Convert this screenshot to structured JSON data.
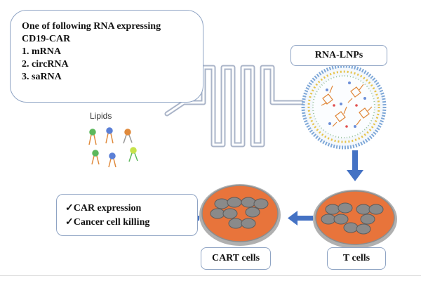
{
  "callout": {
    "lines": [
      "One of following RNA expressing",
      "CD19-CAR",
      "1. mRNA",
      "2. circRNA",
      "3. saRNA"
    ]
  },
  "lipids_label": "Lipids",
  "lnp_label": "RNA-LNPs",
  "results": [
    "✓CAR expression",
    "✓Cancer cell killing"
  ],
  "cart_label": "CART cells",
  "t_label": "T cells",
  "colors": {
    "dish_orange": "#e8743b",
    "dish_rim": "#b0b0b0",
    "cell_gray": "#8a8a8a",
    "arrow_blue": "#4472c4",
    "box_border": "#8fa4c4",
    "channel": "#aab4c8"
  }
}
